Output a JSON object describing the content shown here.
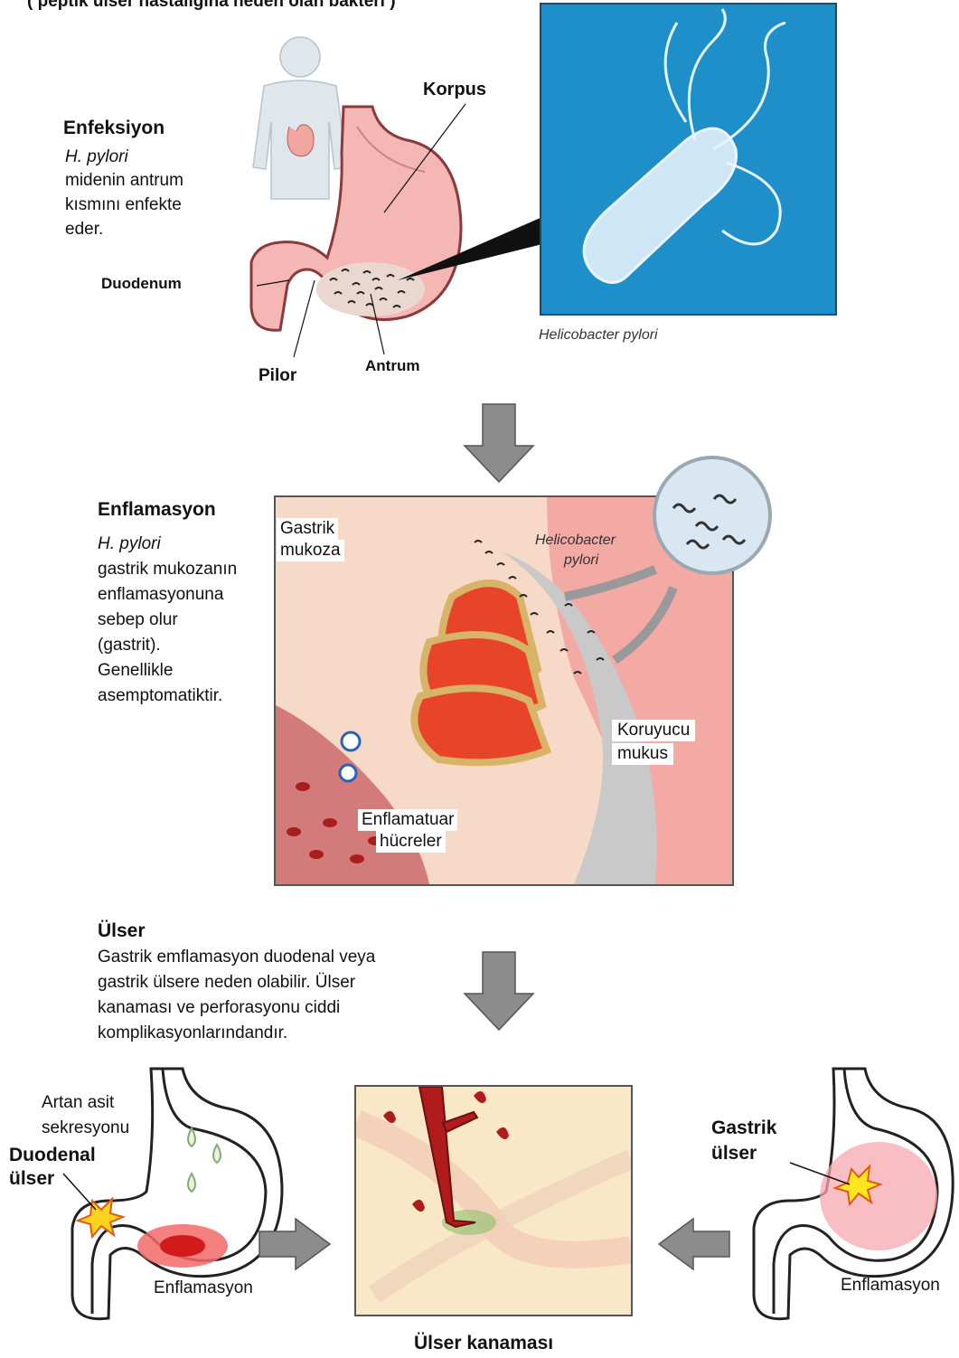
{
  "header": {
    "title": "( peptik ülser hastalığına neden olan bakteri )"
  },
  "section1": {
    "heading": "Enfeksiyon",
    "italic_line": "H. pylori",
    "desc_lines": [
      "midenin antrum",
      "kısmını enfekte",
      "eder."
    ],
    "labels": {
      "korpus": "Korpus",
      "duodenum": "Duodenum",
      "pilor": "Pilor",
      "antrum": "Antrum"
    },
    "micrograph_caption": "Helicobacter pylori"
  },
  "section2": {
    "heading": "Enflamasyon",
    "italic_line": "H. pylori",
    "desc_lines": [
      "gastrik mukozanın",
      "enflamasyonuna",
      "sebep olur",
      "(gastrit).",
      "Genellikle",
      "asemptomatiktir."
    ],
    "labels": {
      "gastrik_mukoza": [
        "Gastrik",
        "mukoza"
      ],
      "helicobacter": [
        "Helicobacter",
        "pylori"
      ],
      "koruyucu_mukus": [
        "Koruyucu",
        "mukus"
      ],
      "enflamatuar": [
        "Enflamatuar",
        "hücreler"
      ]
    }
  },
  "section3": {
    "heading": "Ülser",
    "desc_lines": [
      "Gastrik emflamasyon duodenal veya",
      "gastrik ülsere neden olabilir. Ülser",
      "kanaması ve perforasyonu ciddi",
      "komplikasyonlarındandır."
    ],
    "left": {
      "acid": [
        "Artan asit",
        "sekresyonu"
      ],
      "ulcer": [
        "Duodenal",
        "ülser"
      ],
      "inflammation": "Enflamasyon"
    },
    "right": {
      "ulcer": [
        "Gastrik",
        "ülser"
      ],
      "inflammation": "Enflamasyon"
    },
    "center_caption": "Ülser kanaması"
  },
  "colors": {
    "arrow_gray": "#8c8c8c",
    "stomach_pink": "#f4b7b4",
    "micrograph_blue": "#1f8fc9",
    "tissue_red": "#e8442a",
    "blood": "#b01c1c"
  }
}
